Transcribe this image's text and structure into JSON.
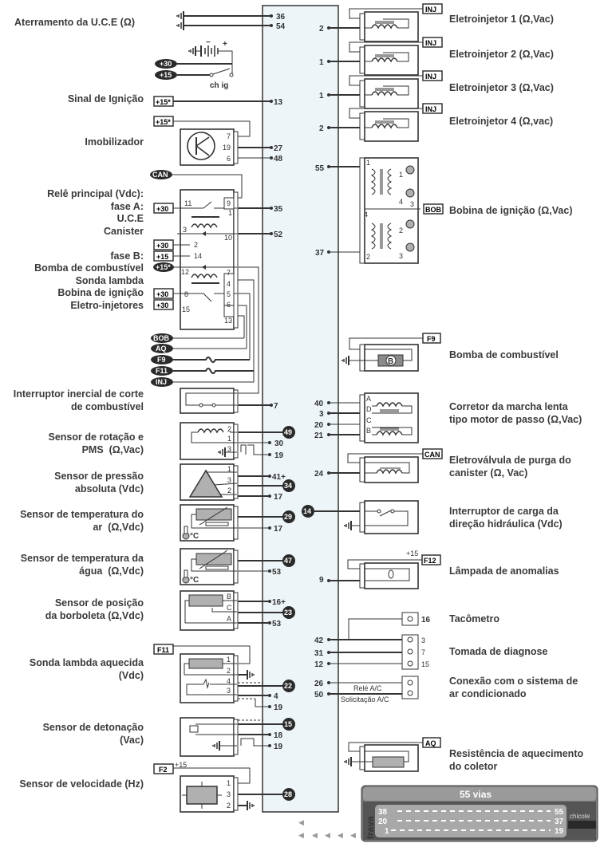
{
  "colors": {
    "ecu_fill": "#eef5f8",
    "wire": "#333333",
    "badge": "#2a2a2a",
    "component_gray": "#b0b0b0",
    "connector_panel": "#6e6e6e",
    "connector_inner": "#a8a8a8"
  },
  "ecu": {
    "left_pins": [
      {
        "id": "p36",
        "label": "36"
      },
      {
        "id": "p54",
        "label": "54"
      },
      {
        "id": "p13",
        "label": "13"
      },
      {
        "id": "p27",
        "label": "27"
      },
      {
        "id": "p48",
        "label": "48"
      },
      {
        "id": "p35",
        "label": "35"
      },
      {
        "id": "p52",
        "label": "52"
      },
      {
        "id": "p7",
        "label": "7"
      },
      {
        "id": "p30",
        "label": "30"
      },
      {
        "id": "p19a",
        "label": "19"
      },
      {
        "id": "p41",
        "label": "41+"
      },
      {
        "id": "p17a",
        "label": "17"
      },
      {
        "id": "p17b",
        "label": "17"
      },
      {
        "id": "p53a",
        "label": "53"
      },
      {
        "id": "p16",
        "label": "16+"
      },
      {
        "id": "p53b",
        "label": "53"
      },
      {
        "id": "p4",
        "label": "4"
      },
      {
        "id": "p19b",
        "label": "19"
      },
      {
        "id": "p18",
        "label": "18"
      },
      {
        "id": "p19c",
        "label": "19"
      }
    ],
    "badges": [
      "49",
      "34",
      "29",
      "47",
      "23",
      "22",
      "15",
      "28",
      "14"
    ],
    "right_pins": [
      {
        "label": "2"
      },
      {
        "label": "1"
      },
      {
        "label": "1"
      },
      {
        "label": "2"
      },
      {
        "label": "55"
      },
      {
        "label": "37"
      },
      {
        "label": "40"
      },
      {
        "label": "3"
      },
      {
        "label": "20"
      },
      {
        "label": "21"
      },
      {
        "label": "24"
      },
      {
        "label": "9"
      },
      {
        "label": "42"
      },
      {
        "label": "31"
      },
      {
        "label": "12"
      },
      {
        "label": "26"
      },
      {
        "label": "50"
      }
    ]
  },
  "left_components": [
    {
      "id": "aterramento",
      "label": "Aterramento da U.C.E (Ω)"
    },
    {
      "id": "sinal_ignicao",
      "label": "Sinal de Ignição"
    },
    {
      "id": "imobilizador",
      "label": "Imobilizador"
    },
    {
      "id": "rele",
      "label": "Relê principal (Vdc):\nfase A:\nU.C.E\nCanister\n\nfase B:\nBomba de combustível\nSonda lambda\nBobina de ignição\nEletro-injetores"
    },
    {
      "id": "inercial",
      "label": "Interruptor inercial de corte\nde combustível"
    },
    {
      "id": "rotacao",
      "label": "Sensor de rotação e\nPMS  (Ω,Vac)"
    },
    {
      "id": "pressao",
      "label": "Sensor de pressão\nabsoluta (Vdc)"
    },
    {
      "id": "temp_ar",
      "label": "Sensor de temperatura do\nar  (Ω,Vdc)"
    },
    {
      "id": "temp_agua",
      "label": "Sensor de temperatura da\nágua  (Ω,Vdc)"
    },
    {
      "id": "borboleta",
      "label": "Sensor de posição\nda borboleta (Ω,Vdc)"
    },
    {
      "id": "lambda",
      "label": "Sonda lambda aquecida\n(Vdc)"
    },
    {
      "id": "detonacao",
      "label": "Sensor de detonação\n(Vac)"
    },
    {
      "id": "velocidade",
      "label": "Sensor de velocidade (Hz)"
    }
  ],
  "right_components": [
    {
      "id": "inj1",
      "label": "Eletroinjetor 1 (Ω,Vac)"
    },
    {
      "id": "inj2",
      "label": "Eletroinjetor 2 (Ω,Vac)"
    },
    {
      "id": "inj3",
      "label": "Eletroinjetor 3 (Ω,Vac)"
    },
    {
      "id": "inj4",
      "label": "Eletroinjetor 4 (Ω,vac)"
    },
    {
      "id": "bobina",
      "label": "Bobina de ignição (Ω,Vac)"
    },
    {
      "id": "bomba",
      "label": "Bomba de combustível"
    },
    {
      "id": "corretor",
      "label": "Corretor da marcha lenta\ntipo motor de passo (Ω,Vac)"
    },
    {
      "id": "purga",
      "label": "Eletroválvula de purga do\ncanister (Ω, Vac)"
    },
    {
      "id": "direcao",
      "label": "Interruptor de carga da\ndireção hidráulica (Vdc)"
    },
    {
      "id": "lampada",
      "label": "Lâmpada de anomalias"
    },
    {
      "id": "tacometro",
      "label": "Tacômetro"
    },
    {
      "id": "diagnose",
      "label": "Tomada de diagnose"
    },
    {
      "id": "ac",
      "label": "Conexão com o sistema de\nar condicionado"
    },
    {
      "id": "aquecimento",
      "label": "Resistência de aquecimento\ndo coletor"
    }
  ],
  "tags": {
    "p30": "+30",
    "p15": "+15",
    "p15s": "+15*",
    "can": "CAN",
    "bob": "BOB",
    "aq": "AQ",
    "f9": "F9",
    "f11": "F11",
    "inj": "INJ",
    "f12": "F12",
    "f2": "F2",
    "plus15": "+15"
  },
  "battery": {
    "minus": "−",
    "plus": "+",
    "switch_label": "ch ig"
  },
  "relay_pins": [
    "11",
    "9",
    "1",
    "3",
    "10",
    "2",
    "14",
    "12",
    "7",
    "4",
    "8",
    "5",
    "15",
    "6",
    "13"
  ],
  "sensor_pins": {
    "rotacao": [
      "2",
      "1",
      "3"
    ],
    "pressao": [
      "1",
      "3",
      "2"
    ],
    "borboleta": [
      "B",
      "C",
      "A"
    ],
    "lambda": [
      "1",
      "2",
      "4",
      "3"
    ],
    "velocidade": [
      "1",
      "3",
      "2"
    ],
    "imobilizador": [
      "7",
      "19",
      "6"
    ],
    "corretor": [
      "A",
      "D",
      "C",
      "B"
    ],
    "bobina": [
      "1",
      "4",
      "3",
      "2",
      "1",
      "4",
      "2",
      "3"
    ]
  },
  "temp_unit": "°C",
  "pump_symbol": "B",
  "diag_pins": [
    "16",
    "3",
    "7",
    "15"
  ],
  "ac_labels": {
    "rele": "Relé A/C",
    "solicitacao": "Solicitação A/C"
  },
  "connector": {
    "title": "55 vias",
    "lock_label": "trava",
    "harness_label": "chicote",
    "rows": [
      {
        "start": "38",
        "end": "55"
      },
      {
        "start": "20",
        "end": "37"
      },
      {
        "start": "1",
        "end": "19"
      }
    ]
  }
}
